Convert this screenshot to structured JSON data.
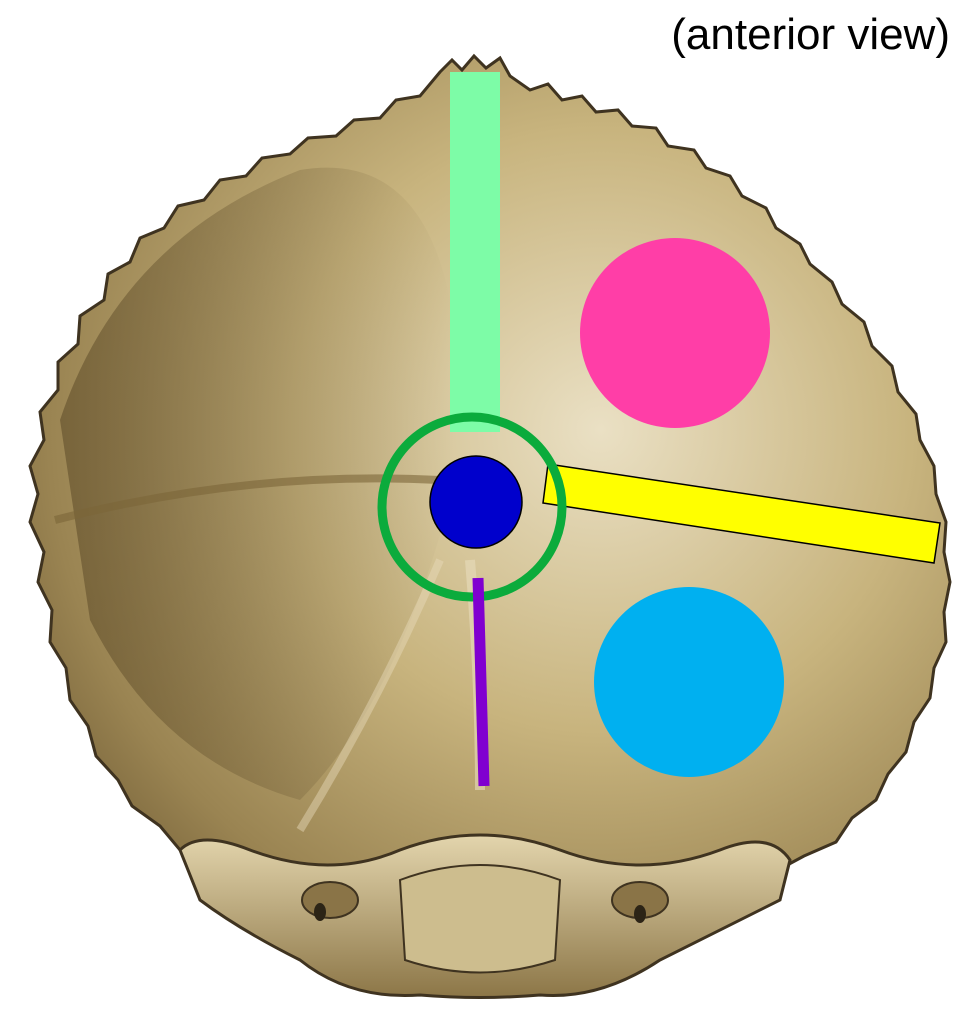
{
  "caption": "(anterior view)",
  "colors": {
    "background": "#ffffff",
    "bone_light": "#d9c9a0",
    "bone_mid": "#b39c68",
    "bone_dark": "#6f5b34",
    "bone_outline": "#3f3320",
    "green_bar": "#7dfca7",
    "green_ring": "#0bab3c",
    "blue_dot": "#0000cc",
    "yellow_bar": "#ffff00",
    "purple_line": "#8000d0",
    "pink_circle": "#ff3ea7",
    "cyan_circle": "#00b0f0"
  },
  "markers": [
    {
      "name": "green-bar",
      "color": "green_bar"
    },
    {
      "name": "yellow-bar",
      "color": "yellow_bar"
    },
    {
      "name": "pink-circle",
      "color": "pink_circle"
    },
    {
      "name": "cyan-circle",
      "color": "cyan_circle"
    },
    {
      "name": "green-ring",
      "color": "green_ring"
    },
    {
      "name": "blue-dot",
      "color": "blue_dot"
    },
    {
      "name": "purple-line",
      "color": "purple_line"
    }
  ]
}
